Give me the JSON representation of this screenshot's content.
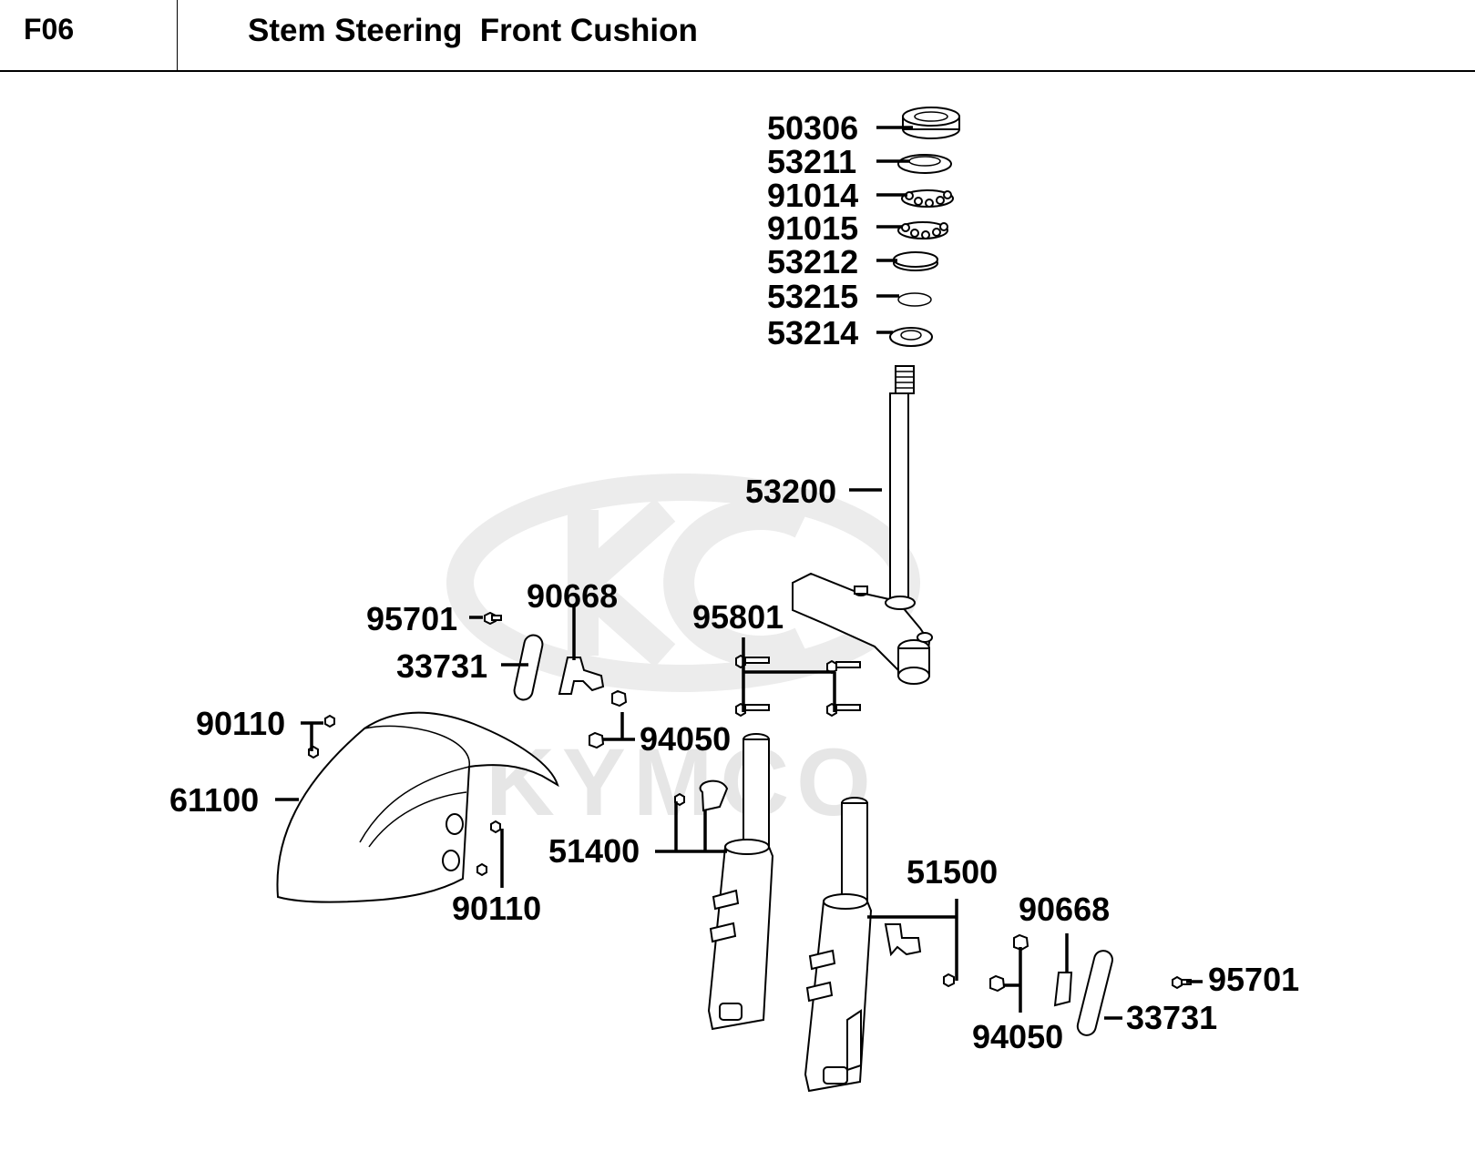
{
  "header": {
    "code": "F06",
    "title": "Stem Steering  Front Cushion"
  },
  "watermark": {
    "brand": "KYMCO"
  },
  "callouts": {
    "c50306": "50306",
    "c53211": "53211",
    "c91014": "91014",
    "c91015": "91015",
    "c53212": "53212",
    "c53215": "53215",
    "c53214": "53214",
    "c53200": "53200",
    "c95701a": "95701",
    "c90668a": "90668",
    "c95801": "95801",
    "c33731a": "33731",
    "c90110a": "90110",
    "c94050a": "94050",
    "c61100": "61100",
    "c51400": "51400",
    "c90110b": "90110",
    "c51500": "51500",
    "c90668b": "90668",
    "c95701b": "95701",
    "c33731b": "33731",
    "c94050b": "94050"
  }
}
